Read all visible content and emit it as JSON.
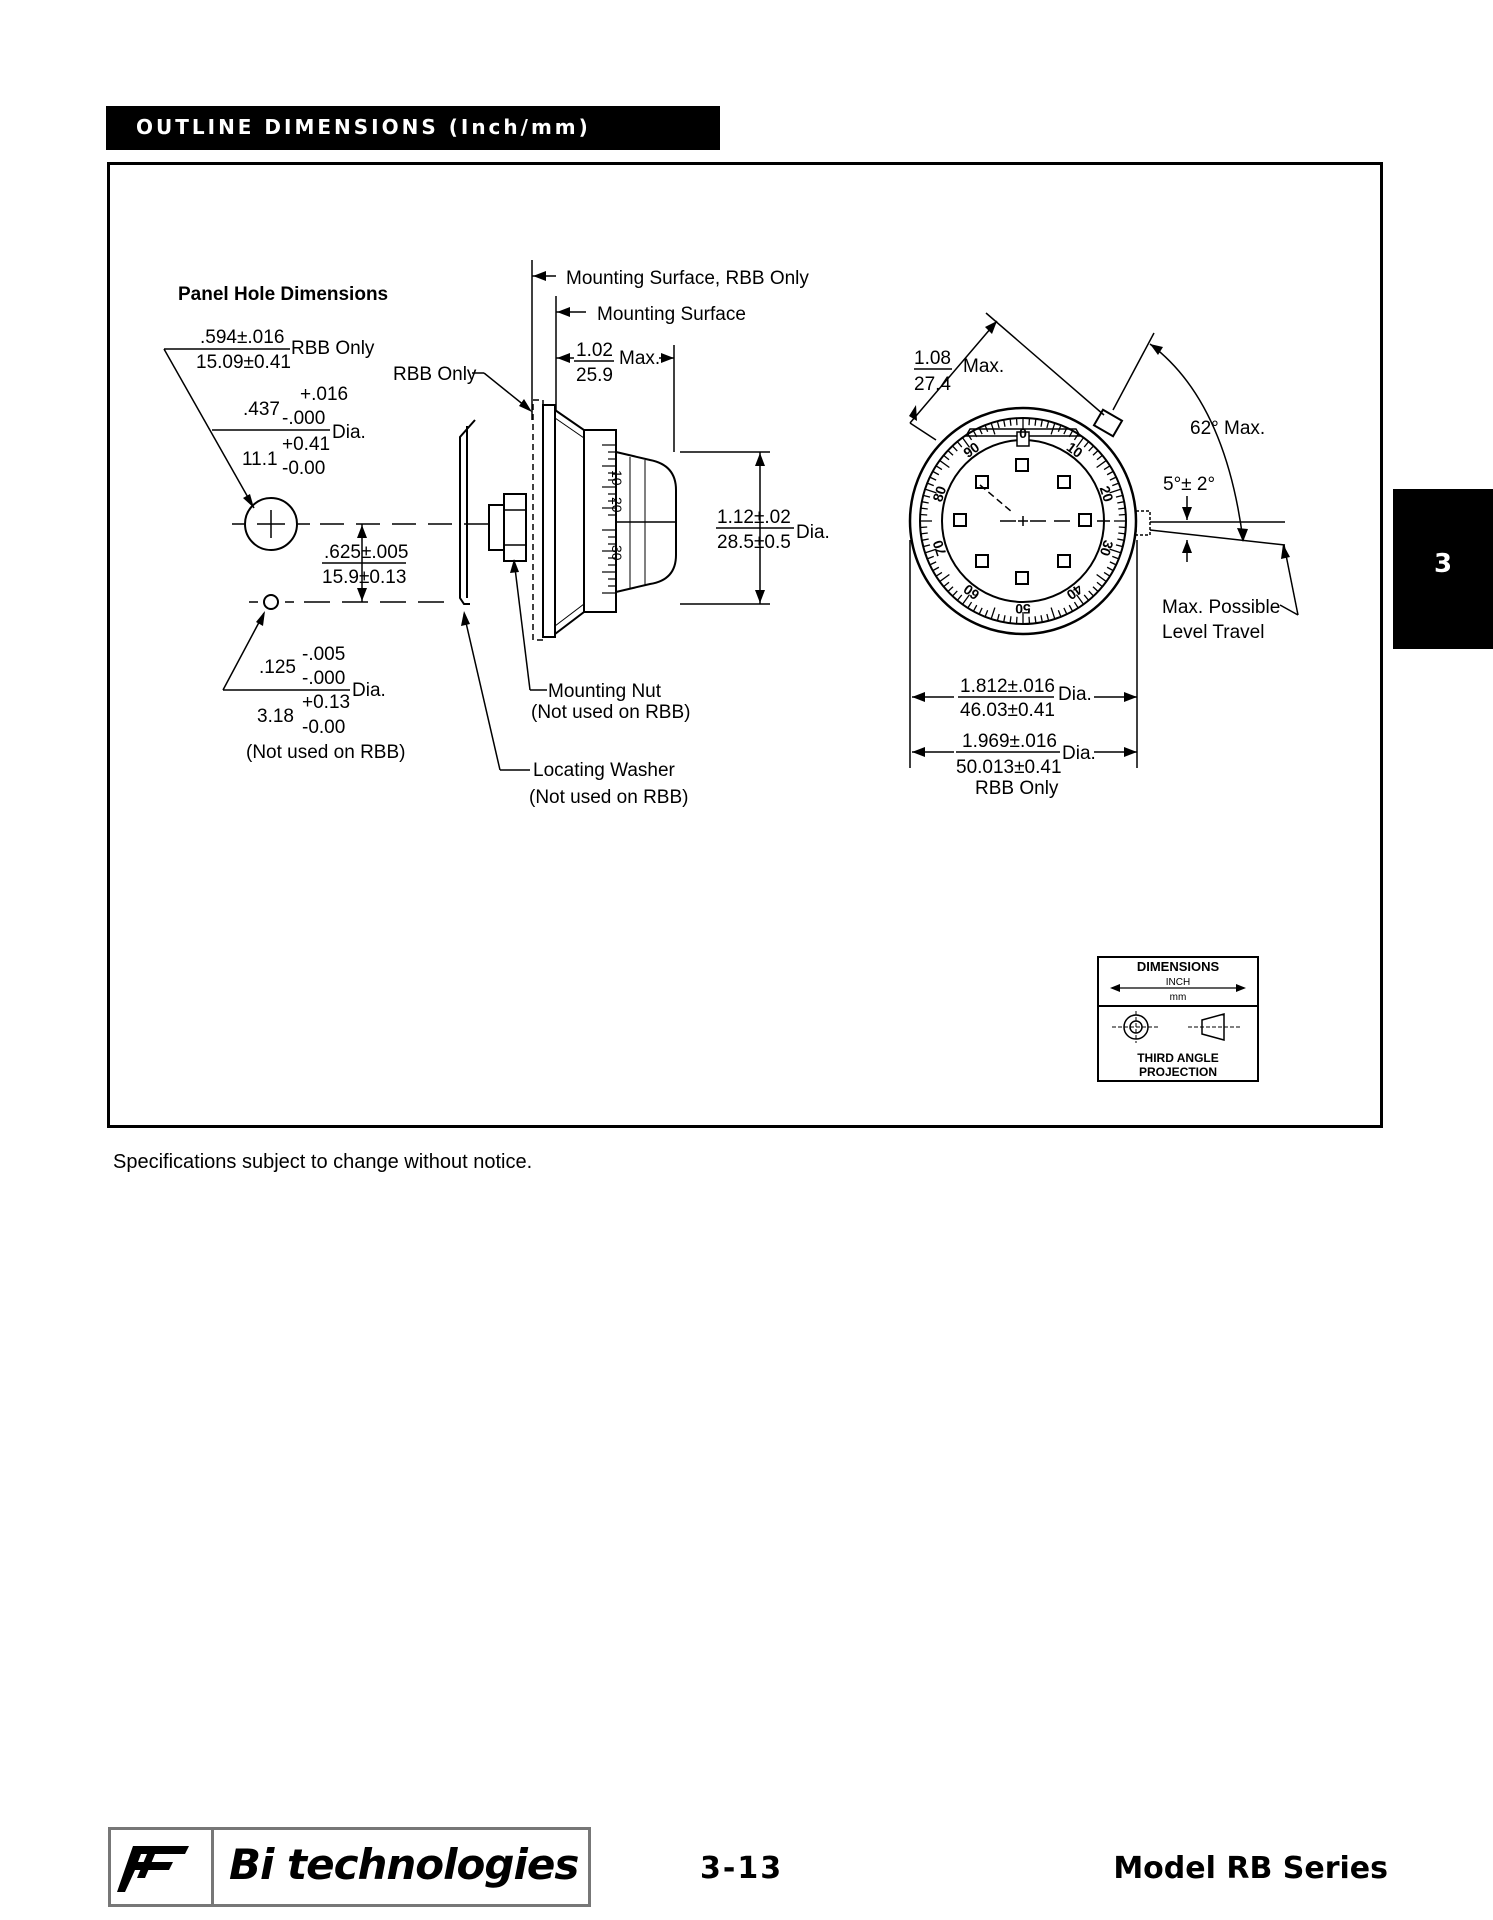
{
  "header": {
    "title": "OUTLINE DIMENSIONS (Inch/mm)"
  },
  "side_tab": {
    "label": "3"
  },
  "drawing": {
    "panel_hole_title": "Panel Hole Dimensions",
    "rbb_hole_in": ".594±.016",
    "rbb_hole_mm": "15.09±0.41",
    "rbb_only": "RBB Only",
    "hole_in": ".437",
    "hole_in_tol_plus": "+.016",
    "hole_in_tol_minus": "-.000",
    "hole_mm": "11.1",
    "hole_mm_tol_plus": "+0.41",
    "hole_mm_tol_minus": "-0.00",
    "dia": "Dia.",
    "spacing_in": ".625±.005",
    "spacing_mm": "15.9±0.13",
    "small_hole_in": ".125",
    "small_hole_in_tol_plus": "-.005",
    "small_hole_in_tol_minus": "-.000",
    "small_hole_mm": "3.18",
    "small_hole_mm_tol_plus": "+0.13",
    "small_hole_mm_tol_minus": "-0.00",
    "not_used_rbb": "(Not used on RBB)",
    "mounting_surface_rbb": "Mounting Surface, RBB Only",
    "mounting_surface": "Mounting Surface",
    "depth_in": "1.02",
    "depth_mm": "25.9",
    "max": "Max.",
    "rbb_only_label": "RBB Only",
    "knob_dia_in": "1.12±.02",
    "knob_dia_mm": "28.5±0.5",
    "mounting_nut": "Mounting Nut",
    "locating_washer": "Locating Washer",
    "lever_in": "1.08",
    "lever_mm": "27.4",
    "angle_62": "62° Max.",
    "angle_5": "5°± 2°",
    "max_possible": "Max. Possible",
    "level_travel": "Level Travel",
    "dial_dia_in": "1.812±.016",
    "dial_dia_mm": "46.03±0.41",
    "rbb_dia_in": "1.969±.016",
    "rbb_dia_mm": "50.013±0.41",
    "dial_numbers": [
      "0",
      "10",
      "20",
      "30",
      "40",
      "50",
      "60",
      "70",
      "80",
      "90"
    ],
    "legend_title": "DIMENSIONS",
    "legend_inch": "INCH",
    "legend_mm": "mm",
    "legend_third": "THIRD ANGLE",
    "legend_projection": "PROJECTION"
  },
  "footer": {
    "spec_note": "Specifications subject to change without notice.",
    "logo_text": "Bi technologies",
    "page_number": "3-13",
    "series": "Model RB Series"
  },
  "colors": {
    "ink": "#000000",
    "logo_border": "#777777"
  }
}
